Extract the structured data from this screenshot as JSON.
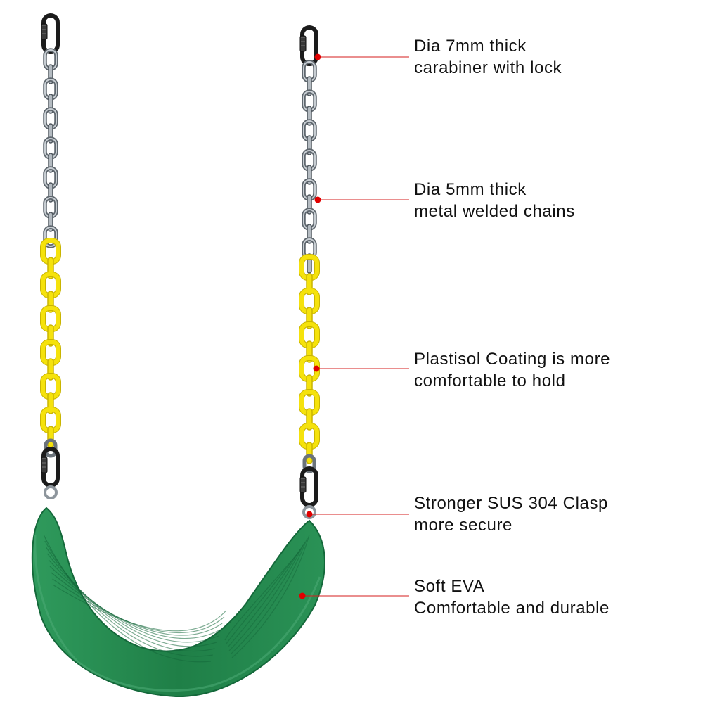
{
  "callouts": [
    {
      "line1": "Dia 7mm thick",
      "line2": "carabiner with lock"
    },
    {
      "line1": "Dia 5mm thick",
      "line2": "metal welded chains"
    },
    {
      "line1": "Plastisol Coating is more",
      "line2": "comfortable to hold"
    },
    {
      "line1": "Stronger SUS 304 Clasp",
      "line2": "more secure"
    },
    {
      "line1": "Soft EVA",
      "line2": "Comfortable and durable"
    }
  ],
  "colors": {
    "background": "#ffffff",
    "seat": "#23884f",
    "seat_dark": "#14683a",
    "coated_chain": "#f5e20c",
    "steel_chain": "#9aa3aa",
    "carabiner": "#1b1b1b",
    "leader_line": "#d41e1e",
    "leader_dot": "#e00000"
  }
}
